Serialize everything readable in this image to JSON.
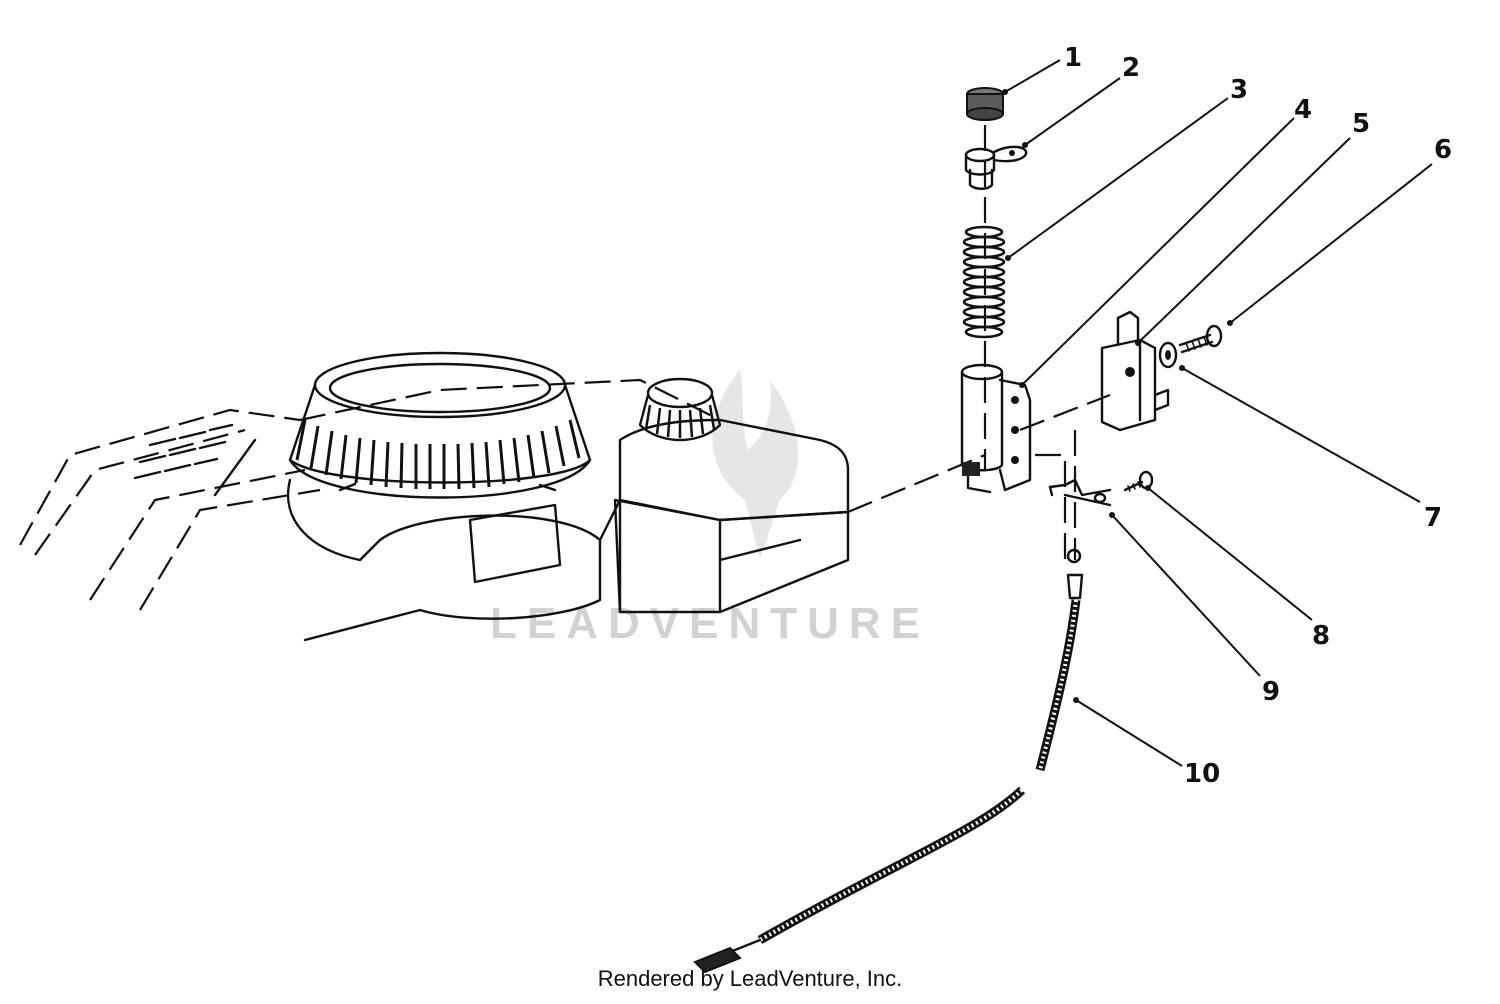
{
  "watermark": "LEADVENTURE",
  "footer": "Rendered by LeadVenture, Inc.",
  "callouts": {
    "c1": "1",
    "c2": "2",
    "c3": "3",
    "c4": "4",
    "c5": "5",
    "c6": "6",
    "c7": "7",
    "c8": "8",
    "c9": "9",
    "c10": "10"
  }
}
